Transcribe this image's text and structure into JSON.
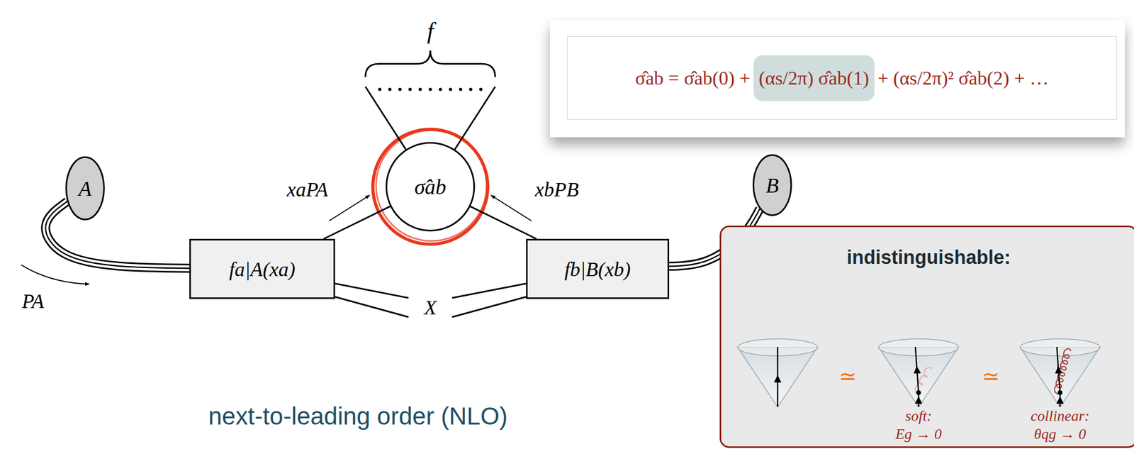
{
  "diagram": {
    "nodes": [
      {
        "text": [
          "A"
        ]
      },
      {
        "text": [
          "fa|A(xa)"
        ]
      },
      {
        "text": [
          "σ̂ab"
        ]
      },
      {
        "text": [
          "fb|B(xb)"
        ]
      },
      {
        "text": [
          "B"
        ]
      },
      {
        "text": [
          "σ̂ab = σ̂ab(0) +",
          "(αs/2π) σ̂ab(1)",
          "+ (αs/2π)² σ̂ab(2) + …"
        ]
      },
      {
        "text": [
          "indistinguishable:"
        ]
      }
    ],
    "edges": [
      {
        "from": 0,
        "to": 1,
        "arrow": "none"
      },
      {
        "from": 1,
        "to": 2,
        "arrow": "none"
      },
      {
        "from": 3,
        "to": 2,
        "arrow": "none"
      },
      {
        "from": 4,
        "to": 3,
        "arrow": "none"
      }
    ],
    "labels": [
      "f",
      "xaPA",
      "xbPB",
      "PA",
      "X",
      "next-to-leading order (NLO)",
      "≃",
      "≃",
      "soft:",
      "Eg → 0",
      "collinear:",
      "θqg → 0"
    ]
  }
}
